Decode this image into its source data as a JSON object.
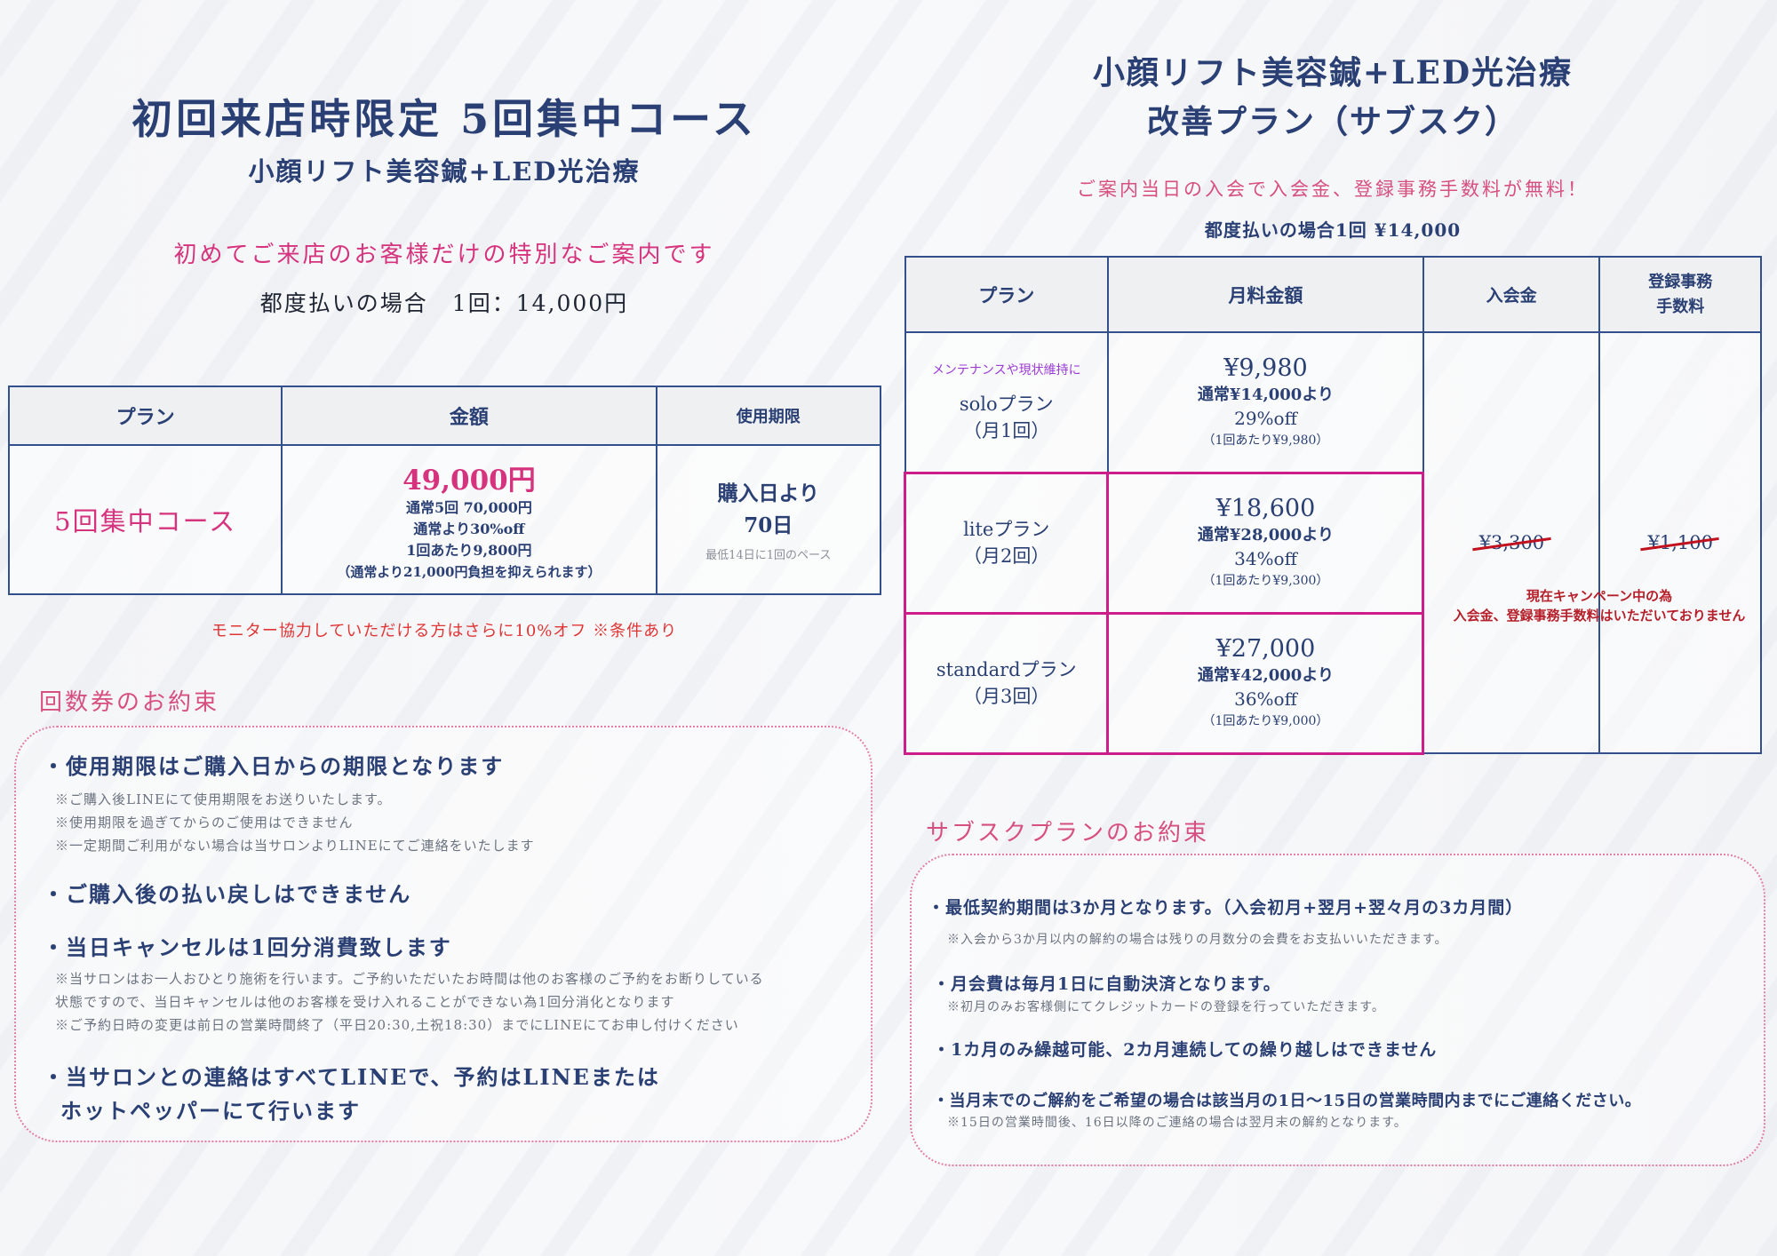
{
  "left": {
    "title": "初回来店時限定 5回集中コース",
    "subtitle": "小顔リフト美容鍼+LED光治療",
    "intro": "初めてご来店のお客様だけの特別なご案内です",
    "single_price": "都度払いの場合　1回：14,000円",
    "table": {
      "headers": [
        "プラン",
        "金額",
        "使用期限"
      ],
      "row": {
        "plan": "5回集中コース",
        "price": "49,000円",
        "price_lines": [
          "通常5回 70,000円",
          "通常より30%off",
          "1回あたり9,800円",
          "（通常より21,000円負担を抑えられます）"
        ],
        "limit_line1": "購入日より",
        "limit_line2": "70日",
        "limit_note": "最低14日に1回のペース"
      }
    },
    "monitor_note": "モニター協力していただける方はさらに10%オフ ※条件あり",
    "promise": {
      "heading": "回数券のお約束",
      "items": [
        {
          "head": "・使用期限はご購入日からの期限となります",
          "notes": [
            "※ご購入後LINEにて使用期限をお送りいたします。",
            "※使用期限を過ぎてからのご使用はできません",
            "※一定期間ご利用がない場合は当サロンよりLINEにてご連絡をいたします"
          ]
        },
        {
          "head": "・ご購入後の払い戻しはできません",
          "notes": []
        },
        {
          "head": "・当日キャンセルは1回分消費致します",
          "notes": [
            "※当サロンはお一人おひとり施術を行います。ご予約いただいたお時間は他のお客様のご予約をお断りしている",
            "状態ですので、当日キャンセルは他のお客様を受け入れることができない為1回分消化となります",
            "※ご予約日時の変更は前日の営業時間終了（平日20:30,土祝18:30）までにLINEにてお申し付けください"
          ]
        },
        {
          "head": "・当サロンとの連絡はすべてLINEで、予約はLINEまたは",
          "head2": "ホットペッパーにて行います",
          "notes": []
        }
      ]
    }
  },
  "right": {
    "title_line1": "小顔リフト美容鍼+LED光治療",
    "title_line2": "改善プラン（サブスク）",
    "free_notice": "ご案内当日の入会で入会金、登録事務手数料が無料！",
    "single_price": "都度払いの場合1回 ¥14,000",
    "table": {
      "headers": [
        "プラン",
        "月料金額",
        "入会金",
        "登録事務",
        "手数料"
      ],
      "plans": [
        {
          "tag": "メンテナンスや現状維持に",
          "name": "soloプラン",
          "freq": "（月1回）",
          "price": "¥9,980",
          "orig": "通常¥14,000より",
          "off": "29%off",
          "per": "（1回あたり¥9,980）"
        },
        {
          "tag": "",
          "name": "liteプラン",
          "freq": "（月2回）",
          "price": "¥18,600",
          "orig": "通常¥28,000より",
          "off": "34%off",
          "per": "（1回あたり¥9,300）"
        },
        {
          "tag": "",
          "name": "standardプラン",
          "freq": "（月3回）",
          "price": "¥27,000",
          "orig": "通常¥42,000より",
          "off": "36%off",
          "per": "（1回あたり¥9,000）"
        }
      ],
      "entry_fee": "¥3,300",
      "registration_fee": "¥1,100",
      "campaign_line1": "現在キャンペーン中の為",
      "campaign_line2": "入会金、登録事務手数料はいただいておりません"
    },
    "promise": {
      "heading": "サブスクプランのお約束",
      "items": [
        {
          "head": "・最低契約期間は3か月となります。（入会初月+翌月+翌々月の3カ月間）",
          "notes": [
            "※入会から3か月以内の解約の場合は残りの月数分の会費をお支払いいただきます。"
          ]
        },
        {
          "head": "・月会費は毎月1日に自動決済となります。",
          "notes": [
            "※初月のみお客様側にてクレジットカードの登録を行っていただきます。"
          ]
        },
        {
          "head": "・1カ月のみ繰越可能、2カ月連続しての繰り越しはできません",
          "notes": []
        },
        {
          "head": "・当月末でのご解約をご希望の場合は該当月の1日～15日の営業時間内までにご連絡ください。",
          "notes": [
            "※15日の営業時間後、16日以降のご連絡の場合は翌月末の解約となります。"
          ]
        }
      ]
    }
  },
  "colors": {
    "navy": "#2a3f73",
    "pink": "#d6337e",
    "rose": "#d64f7f",
    "highlight_border": "#cc1d8b",
    "strike_red": "#c1121f",
    "table_border": "#34508c",
    "header_bg": "#eef0f2"
  }
}
